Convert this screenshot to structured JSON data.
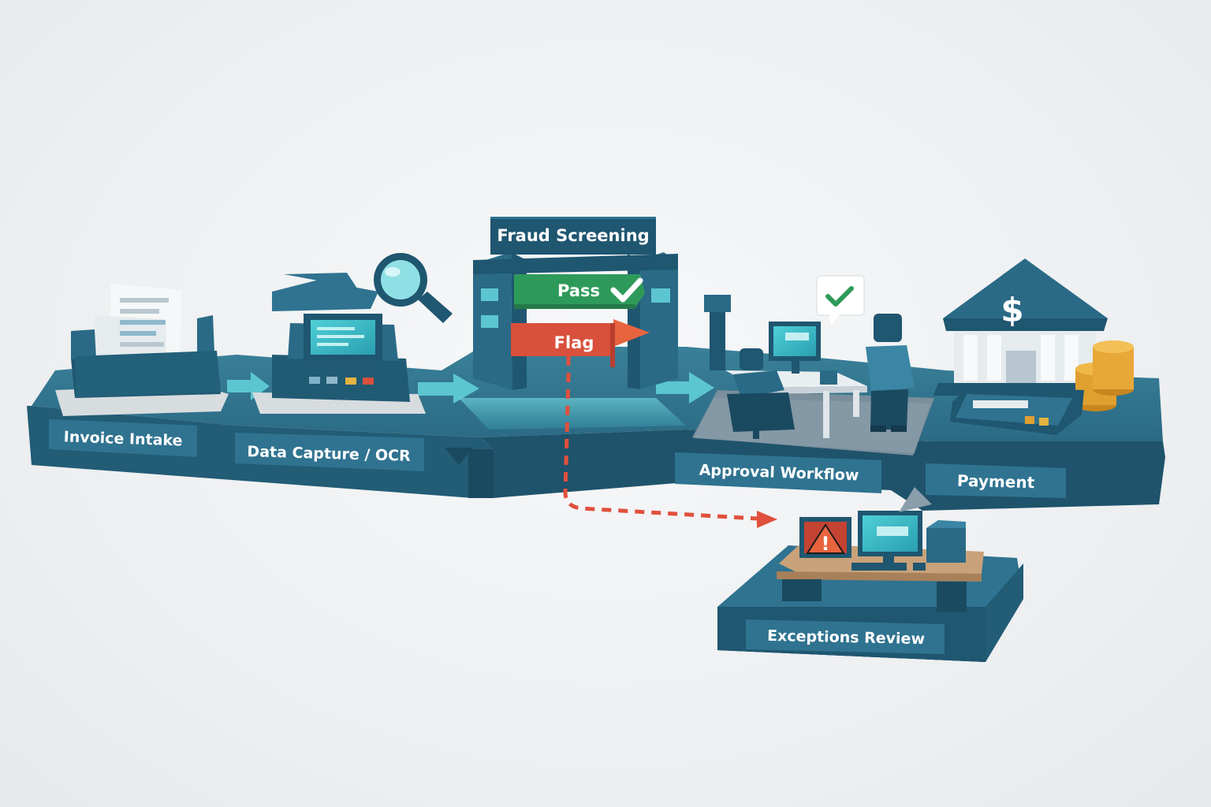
{
  "stages": [
    {
      "id": "invoice_intake",
      "label": "Invoice Intake"
    },
    {
      "id": "data_capture",
      "label": "Data Capture / OCR"
    },
    {
      "id": "fraud_screening",
      "label": "Fraud Screening"
    },
    {
      "id": "approval_workflow",
      "label": "Approval Workflow"
    },
    {
      "id": "payment",
      "label": "Payment"
    },
    {
      "id": "exceptions_review",
      "label": "Exceptions Review"
    }
  ],
  "fraud_gate": {
    "pass_label": "Pass",
    "flag_label": "Flag"
  },
  "icons": {
    "bank_symbol": "$",
    "warning_symbol": "!"
  },
  "colors": {
    "platform_top": "#2f7390",
    "platform_side": "#1f5670",
    "label_bg": "#2a6a86",
    "pass_green": "#2e9a5a",
    "flag_red": "#d9503c",
    "flow_arrow": "#5cc6d0",
    "exception_path": "#e0503c",
    "coin": "#e0a030",
    "desk_wood": "#c9a27a"
  }
}
